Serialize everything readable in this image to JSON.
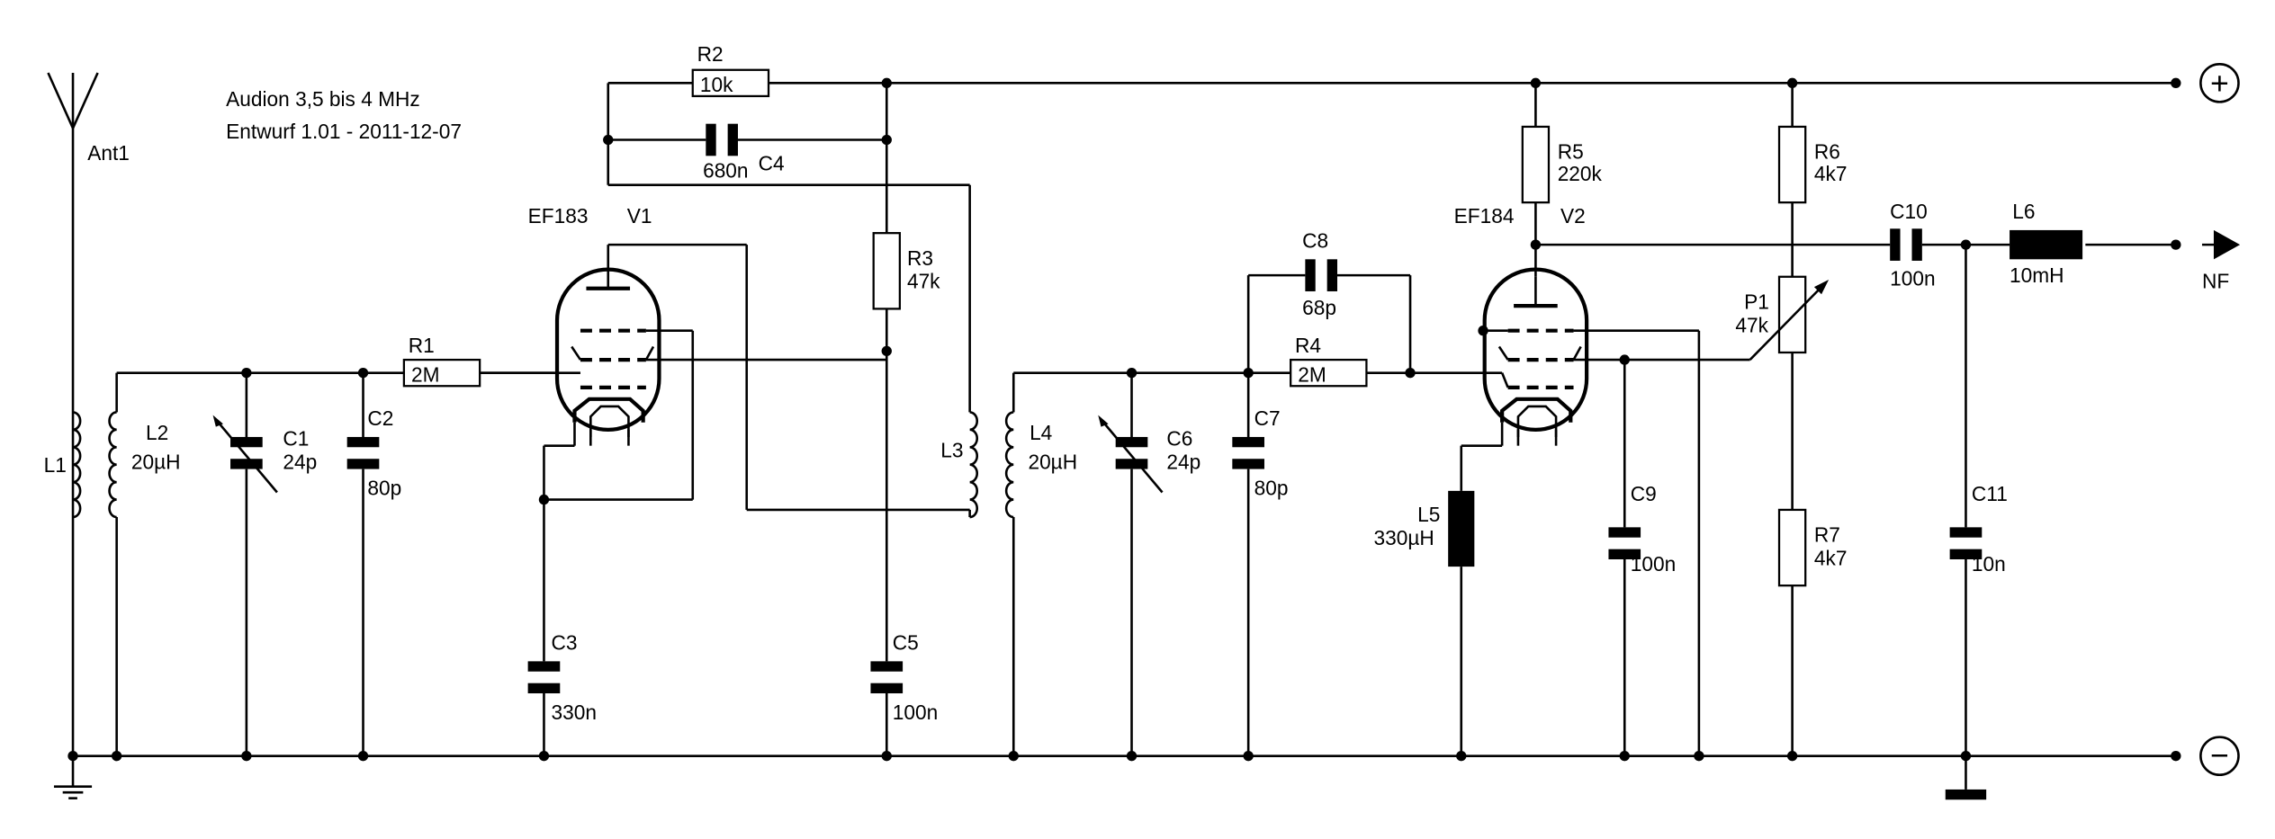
{
  "diagram": {
    "title_line1": "Audion 3,5 bis 4 MHz",
    "title_line2": "Entwurf 1.01 - 2011-12-07",
    "terminals": {
      "positive": "+",
      "negative": "−",
      "output": "NF"
    },
    "antenna": {
      "ref": "Ant1"
    },
    "tubes": [
      {
        "ref": "V1",
        "type": "EF183"
      },
      {
        "ref": "V2",
        "type": "EF184"
      }
    ],
    "resistors": [
      {
        "ref": "R1",
        "value": "2M"
      },
      {
        "ref": "R2",
        "value": "10k"
      },
      {
        "ref": "R3",
        "value": "47k"
      },
      {
        "ref": "R4",
        "value": "2M"
      },
      {
        "ref": "R5",
        "value": "220k"
      },
      {
        "ref": "R6",
        "value": "4k7"
      },
      {
        "ref": "R7",
        "value": "4k7"
      }
    ],
    "potentiometer": {
      "ref": "P1",
      "value": "47k"
    },
    "capacitors": [
      {
        "ref": "C1",
        "value": "24p",
        "variable": true
      },
      {
        "ref": "C2",
        "value": "80p"
      },
      {
        "ref": "C3",
        "value": "330n"
      },
      {
        "ref": "C4",
        "value": "680n"
      },
      {
        "ref": "C5",
        "value": "100n"
      },
      {
        "ref": "C6",
        "value": "24p",
        "variable": true
      },
      {
        "ref": "C7",
        "value": "80p"
      },
      {
        "ref": "C8",
        "value": "68p"
      },
      {
        "ref": "C9",
        "value": "100n"
      },
      {
        "ref": "C10",
        "value": "100n"
      },
      {
        "ref": "C11",
        "value": "10n"
      }
    ],
    "inductors": [
      {
        "ref": "L1",
        "value": ""
      },
      {
        "ref": "L2",
        "value": "20µH"
      },
      {
        "ref": "L3",
        "value": ""
      },
      {
        "ref": "L4",
        "value": "20µH"
      },
      {
        "ref": "L5",
        "value": "330µH"
      },
      {
        "ref": "L6",
        "value": "10mH"
      }
    ]
  }
}
